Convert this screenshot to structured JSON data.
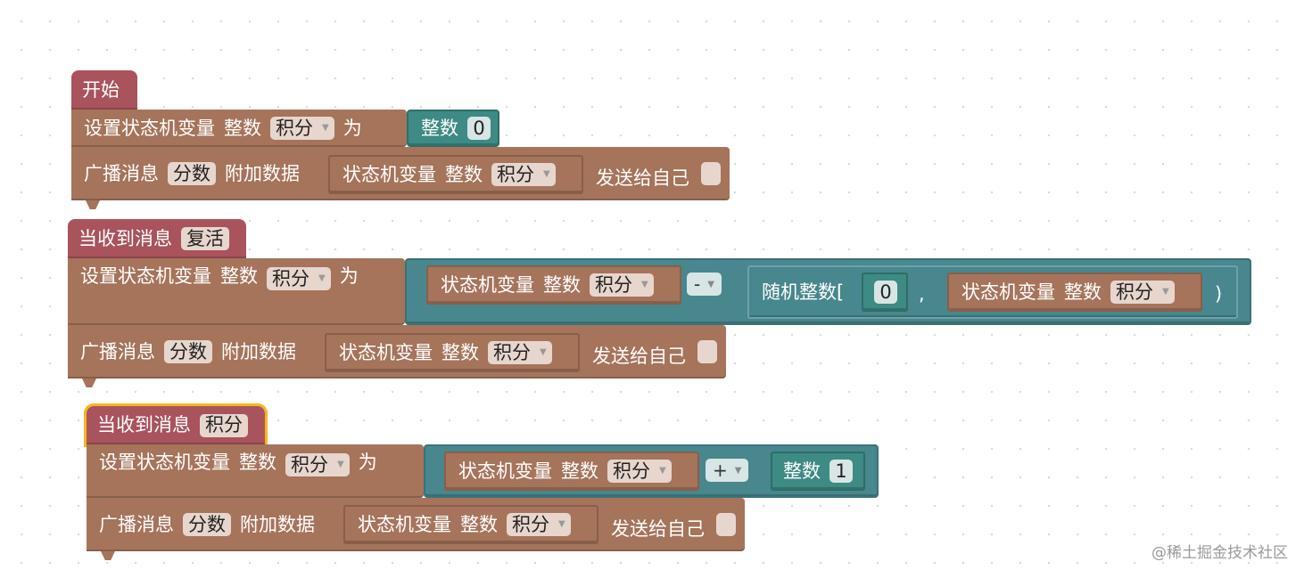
{
  "watermark": "@稀土掘金技术社区",
  "common": {
    "set_var": "设置状态机变量",
    "int_type": "整数",
    "var_name": "积分",
    "to": "为",
    "broadcast": "广播消息",
    "msg_score": "分数",
    "attach_data": "附加数据",
    "state_var": "状态机变量",
    "send_self": "发送给自己",
    "random_int": "随机整数[",
    "comma": ",",
    "close_paren": ")"
  },
  "stack1": {
    "hat": "开始",
    "int_value": "0"
  },
  "stack2": {
    "hat": "当收到消息",
    "hat_msg": "复活",
    "op": "-",
    "rand_min": "0"
  },
  "stack3": {
    "hat": "当收到消息",
    "hat_msg": "积分",
    "op": "+",
    "int_value": "1"
  }
}
